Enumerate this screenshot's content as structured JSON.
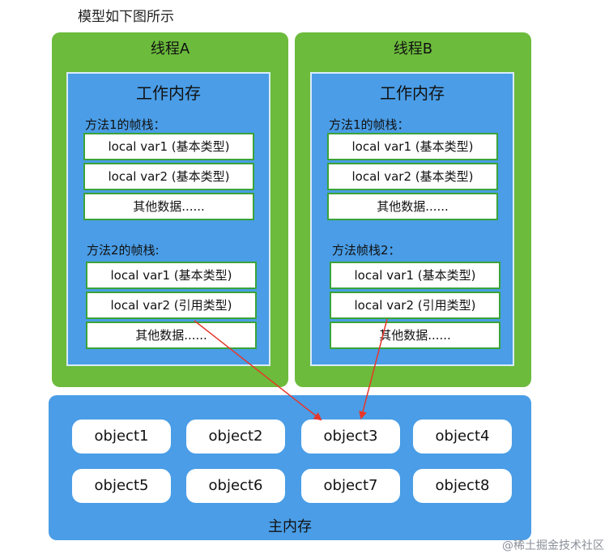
{
  "caption": "模型如下图所示",
  "threads": [
    {
      "title": "线程A",
      "work_memory": "工作内存",
      "stack1": {
        "label": "方法1的帧栈：",
        "cells": [
          "local var1 (基本类型)",
          "local var2 (基本类型)",
          "其他数据......"
        ]
      },
      "stack2": {
        "label": "方法2的帧栈:",
        "cells": [
          "local var1 (基本类型)",
          "local var2 (引用类型)",
          "其他数据......"
        ]
      }
    },
    {
      "title": "线程B",
      "work_memory": "工作内存",
      "stack1": {
        "label": "方法1的帧栈：",
        "cells": [
          "local var1 (基本类型)",
          "local var2 (基本类型)",
          "其他数据......"
        ]
      },
      "stack2": {
        "label": "方法帧栈2：",
        "cells": [
          "local var1 (基本类型)",
          "local var2 (引用类型)",
          "其他数据......"
        ]
      }
    }
  ],
  "main_memory": {
    "title": "主内存",
    "objects": [
      "object1",
      "object2",
      "object3",
      "object4",
      "object5",
      "object6",
      "object7",
      "object8"
    ]
  },
  "arrows": [
    {
      "from": "线程A.local var2 (引用类型)",
      "to": "object3"
    },
    {
      "from": "线程B.local var2 (引用类型)",
      "to": "object3"
    }
  ],
  "arrow_color": "#e8362a",
  "thread_color": "#6cbb3c",
  "memory_color": "#4a9de6",
  "cell_border_color": "#3aa33a",
  "watermark": "@稀土掘金技术社区"
}
